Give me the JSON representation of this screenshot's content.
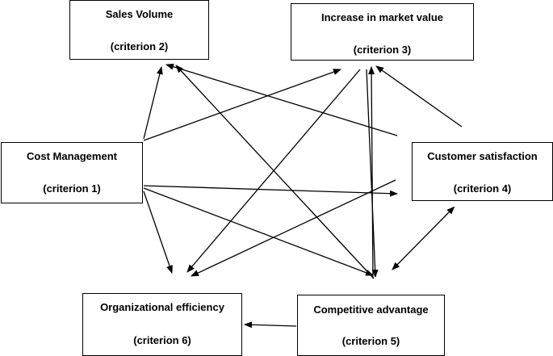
{
  "nodes": {
    "cost_management": {
      "name": "Cost Management",
      "criterion": "(criterion 1)"
    },
    "sales_volume": {
      "name": "Sales Volume",
      "criterion": "(criterion 2)"
    },
    "market_value": {
      "name": "Increase in market value",
      "criterion": "(criterion 3)"
    },
    "customer_satisfaction": {
      "name": "Customer satisfaction",
      "criterion": "(criterion 4)"
    },
    "competitive_advantage": {
      "name": "Competitive advantage",
      "criterion": "(criterion 5)"
    },
    "organizational_efficiency": {
      "name": "Organizational efficiency",
      "criterion": "(criterion 6)"
    }
  },
  "edges": [
    {
      "from": "cost_management",
      "to": "sales_volume"
    },
    {
      "from": "cost_management",
      "to": "market_value"
    },
    {
      "from": "cost_management",
      "to": "customer_satisfaction"
    },
    {
      "from": "cost_management",
      "to": "competitive_advantage"
    },
    {
      "from": "cost_management",
      "to": "organizational_efficiency"
    },
    {
      "from": "market_value",
      "to": "organizational_efficiency"
    },
    {
      "from": "market_value",
      "to": "competitive_advantage"
    },
    {
      "from": "customer_satisfaction",
      "to": "sales_volume"
    },
    {
      "from": "customer_satisfaction",
      "to": "market_value"
    },
    {
      "from": "customer_satisfaction",
      "to": "organizational_efficiency"
    },
    {
      "from": "customer_satisfaction",
      "to": "competitive_advantage",
      "bidirectional": true
    },
    {
      "from": "competitive_advantage",
      "to": "sales_volume"
    },
    {
      "from": "competitive_advantage",
      "to": "market_value"
    },
    {
      "from": "competitive_advantage",
      "to": "organizational_efficiency"
    }
  ]
}
